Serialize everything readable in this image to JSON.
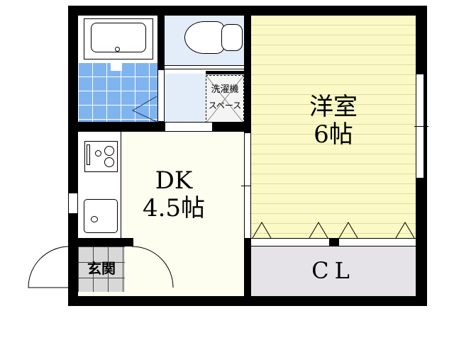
{
  "floorplan": {
    "rooms": {
      "western_room": {
        "name": "洋室",
        "size": "6帖"
      },
      "dining_kitchen": {
        "name": "DK",
        "size": "4.5帖"
      },
      "closet": {
        "name": "CL"
      },
      "entrance": {
        "name": "玄関"
      },
      "washer_space": {
        "line1": "洗濯機",
        "line2": "スペース"
      }
    },
    "colors": {
      "western_room": "#fbfac6",
      "dining_kitchen": "#fdfdf0",
      "closet": "#e6e3e8",
      "bathroom_tile": "#7fb4ef",
      "entrance_tile": "#d8d8d8",
      "wall": "#000000"
    }
  }
}
